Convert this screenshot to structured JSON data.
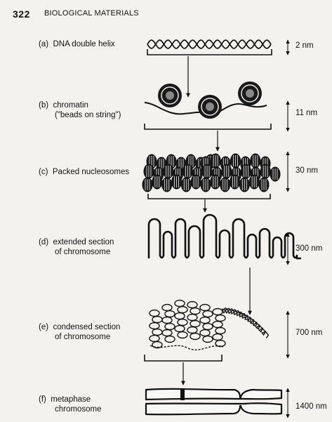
{
  "header": {
    "page_number": "322",
    "running_title": "BIOLOGICAL MATERIALS"
  },
  "stages": [
    {
      "letter": "(a)",
      "label_lines": [
        "DNA double helix"
      ],
      "dimension": "2 nm"
    },
    {
      "letter": "(b)",
      "label_lines": [
        "chromatin",
        "(\"beads on string\")"
      ],
      "dimension": "11 nm"
    },
    {
      "letter": "(c)",
      "label_lines": [
        "Packed nucleosomes"
      ],
      "dimension": "30 nm"
    },
    {
      "letter": "(d)",
      "label_lines": [
        "extended section",
        "of chromosome"
      ],
      "dimension": "300 nm"
    },
    {
      "letter": "(e)",
      "label_lines": [
        "condensed section",
        "of chromosome"
      ],
      "dimension": "700 nm"
    },
    {
      "letter": "(f)",
      "label_lines": [
        "metaphase",
        "chromosome"
      ],
      "dimension": "1400 nm"
    }
  ]
}
